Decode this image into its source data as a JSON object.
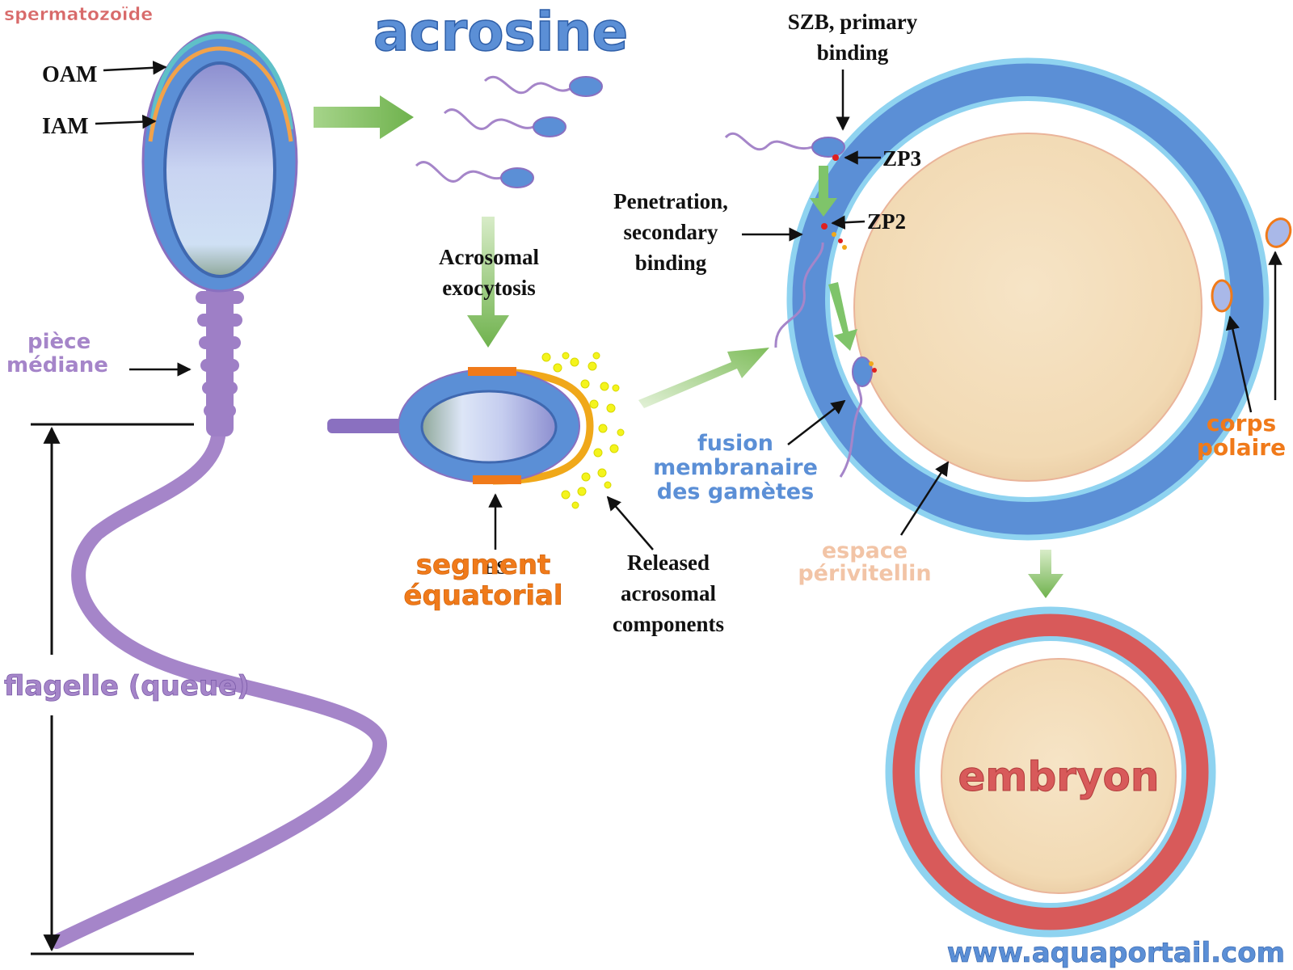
{
  "labels": {
    "spermatozoide": "spermatozoïde",
    "acrosine": "acrosine",
    "oam": "OAM",
    "iam": "IAM",
    "piece_mediane_1": "pièce",
    "piece_mediane_2": "médiane",
    "flagelle": "flagelle (queue)",
    "acrosomal_exocytosis_1": "Acrosomal",
    "acrosomal_exocytosis_2": "exocytosis",
    "segment_equatorial_1": "segment",
    "segment_equatorial_2": "équatorial",
    "es": "ES",
    "released_1": "Released",
    "released_2": "acrosomal",
    "released_3": "components",
    "szb_1": "SZB, primary",
    "szb_2": "binding",
    "zp3": "ZP3",
    "zp2": "ZP2",
    "penetration_1": "Penetration,",
    "penetration_2": "secondary",
    "penetration_3": "binding",
    "fusion_1": "fusion",
    "fusion_2": "membranaire",
    "fusion_3": "des gamètes",
    "espace_1": "espace",
    "espace_2": "périvitellin",
    "corps_1": "corps",
    "corps_2": "polaire",
    "embryon": "embryon",
    "website": "www.aquaportail.com"
  },
  "colors": {
    "membrane_blue": "#5b8fd6",
    "zona_light": "#8fd3f0",
    "tail_purple": "#9e7fc6",
    "oocyte_cream": "#f3dcb8",
    "arrow_green": "#8cc46e",
    "orange_label": "#f07a1a",
    "embryo_red": "#d85a5a",
    "acrosin_yellow": "#f4f41c"
  }
}
